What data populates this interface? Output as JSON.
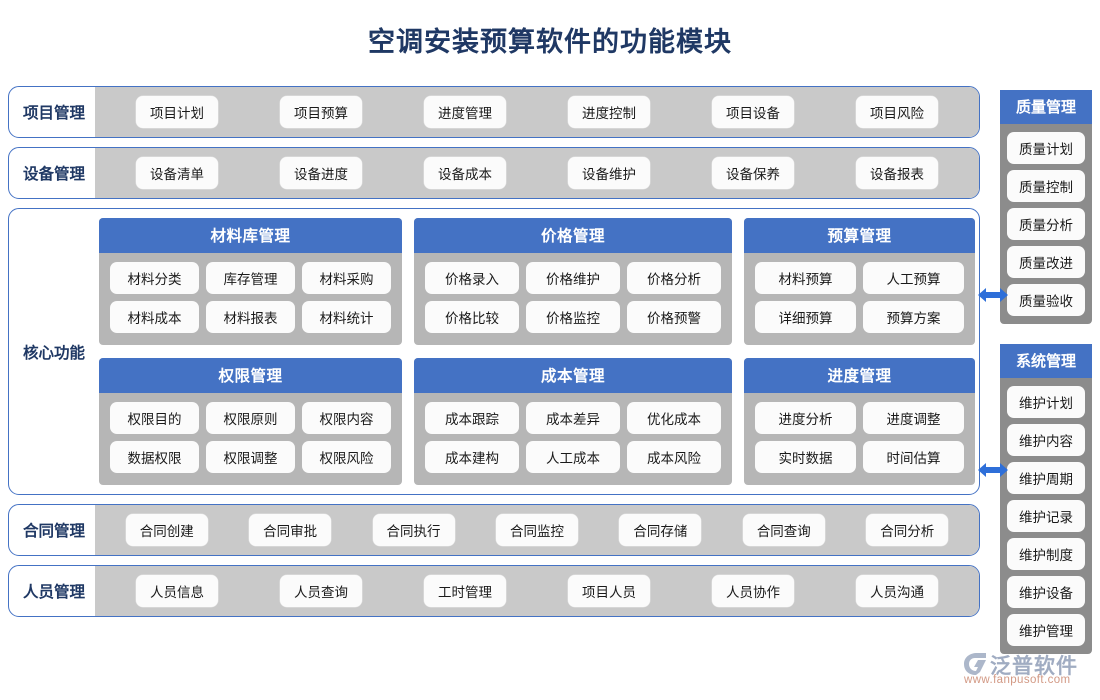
{
  "page": {
    "title": "空调安装预算软件的功能模块",
    "title_color": "#1F3864",
    "accent_blue": "#4472C4",
    "strip_gray": "#C9C9C9",
    "card_gray": "#B6B6B6",
    "side_gray": "#8C8C8C"
  },
  "rows": [
    {
      "label": "项目管理",
      "items": [
        "项目计划",
        "项目预算",
        "进度管理",
        "进度控制",
        "项目设备",
        "项目风险"
      ]
    },
    {
      "label": "设备管理",
      "items": [
        "设备清单",
        "设备进度",
        "设备成本",
        "设备维护",
        "设备保养",
        "设备报表"
      ]
    }
  ],
  "core": {
    "label": "核心功能",
    "cards": [
      {
        "title": "材料库管理",
        "columns": 3,
        "items": [
          "材料分类",
          "库存管理",
          "材料采购",
          "材料成本",
          "材料报表",
          "材料统计"
        ]
      },
      {
        "title": "价格管理",
        "columns": 3,
        "items": [
          "价格录入",
          "价格维护",
          "价格分析",
          "价格比较",
          "价格监控",
          "价格预警"
        ]
      },
      {
        "title": "预算管理",
        "columns": 2,
        "items": [
          "材料预算",
          "人工预算",
          "详细预算",
          "预算方案"
        ]
      },
      {
        "title": "权限管理",
        "columns": 3,
        "items": [
          "权限目的",
          "权限原则",
          "权限内容",
          "数据权限",
          "权限调整",
          "权限风险"
        ]
      },
      {
        "title": "成本管理",
        "columns": 3,
        "items": [
          "成本跟踪",
          "成本差异",
          "优化成本",
          "成本建构",
          "人工成本",
          "成本风险"
        ]
      },
      {
        "title": "进度管理",
        "columns": 2,
        "items": [
          "进度分析",
          "进度调整",
          "实时数据",
          "时间估算"
        ]
      }
    ]
  },
  "bottom_rows": [
    {
      "label": "合同管理",
      "items": [
        "合同创建",
        "合同审批",
        "合同执行",
        "合同监控",
        "合同存储",
        "合同查询",
        "合同分析"
      ]
    },
    {
      "label": "人员管理",
      "items": [
        "人员信息",
        "人员查询",
        "工时管理",
        "项目人员",
        "人员协作",
        "人员沟通"
      ]
    }
  ],
  "sidebar": [
    {
      "title": "质量管理",
      "items": [
        "质量计划",
        "质量控制",
        "质量分析",
        "质量改进",
        "质量验收"
      ]
    },
    {
      "title": "系统管理",
      "items": [
        "维护计划",
        "维护内容",
        "维护周期",
        "维护记录",
        "维护制度",
        "维护设备",
        "维护管理"
      ]
    }
  ],
  "arrows": [
    {
      "name": "link-arrow-quality",
      "color": "#2E6FD9"
    },
    {
      "name": "link-arrow-system",
      "color": "#2E6FD9"
    }
  ],
  "watermark": {
    "brand": "泛普软件",
    "url": "www.fanpusoft.com"
  }
}
